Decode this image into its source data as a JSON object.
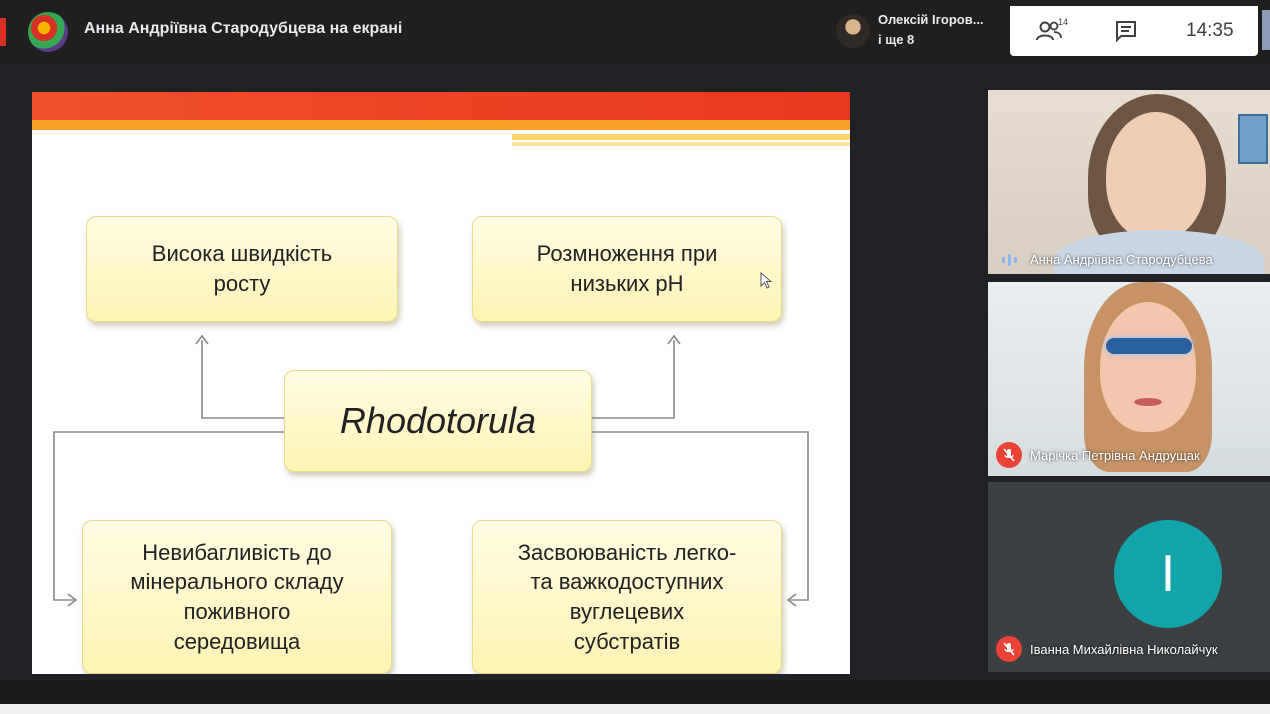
{
  "header": {
    "presenter_title": "Анна Андріївна Стародубцева на екрані",
    "participant_name": "Олексій Ігоров...",
    "participant_more": "і ще 8"
  },
  "controls": {
    "people_count": "14",
    "time": "14:35"
  },
  "slide": {
    "center": "Rhodotorula",
    "top_left": "Висока швидкість\nросту",
    "top_right": "Розмноження при\nнизьких pH",
    "bottom_left": "Невибагливість до\nмінерального складу\nпоживного\nсередовища",
    "bottom_right": "Засвоюваність легко-\nта важкодоступних\nвуглецевих\nсубстратів"
  },
  "participants": [
    {
      "name": "Анна Андріївна Стародубцева",
      "state": "speaking"
    },
    {
      "name": "Марічка Петрівна Андрущак",
      "state": "muted"
    },
    {
      "name": "Іванна Михайлівна Николайчук",
      "state": "muted",
      "initial": "I",
      "avatar_color": "#12a4a8"
    }
  ],
  "colors": {
    "header_red": "#e8371e",
    "header_orange": "#f9a227",
    "box_fill": "#fdf3b3",
    "mute_red": "#ea4335"
  }
}
